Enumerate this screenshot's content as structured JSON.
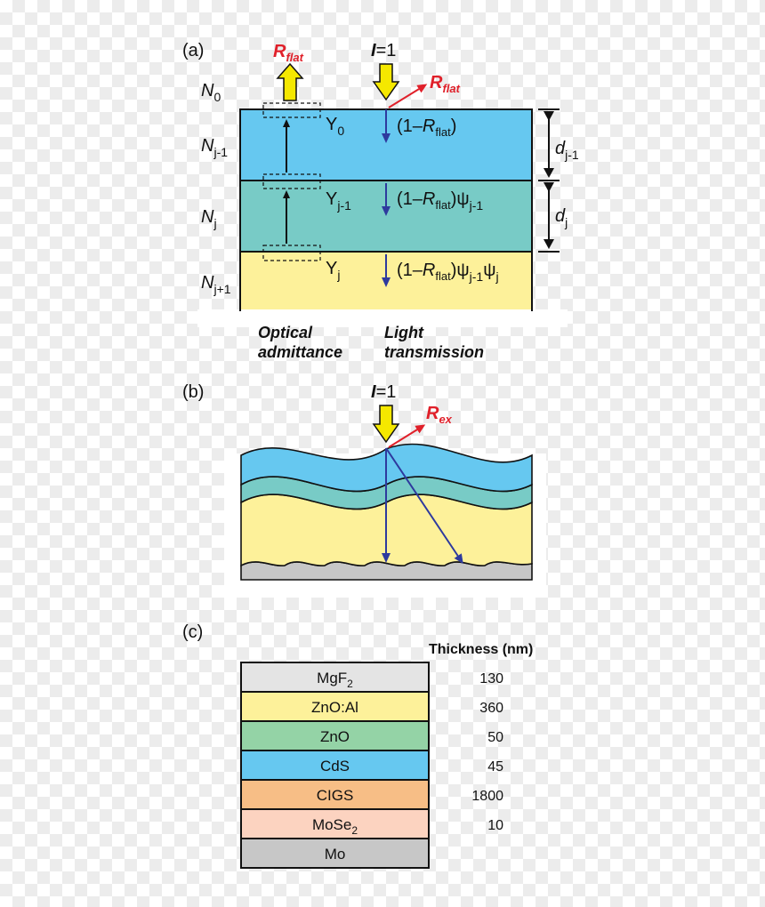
{
  "panel_a": {
    "label": "(a)",
    "intensity": "=1",
    "intensity_symbol": "I",
    "reflect": {
      "R": "R",
      "sub": "flat"
    },
    "n0": {
      "N": "N",
      "sub": "0"
    },
    "nj_minus1": {
      "N": "N",
      "sub": "j-1"
    },
    "nj": {
      "N": "N",
      "sub": "j"
    },
    "nj_plus1": {
      "N": "N",
      "sub": "j+1"
    },
    "y0": {
      "Y": "Y",
      "sub": "0"
    },
    "yj_minus1": {
      "Y": "Y",
      "sub": "j-1"
    },
    "yj": {
      "Y": "Y",
      "sub": "j"
    },
    "dj_minus1": {
      "d": "d",
      "sub": "j-1"
    },
    "dj": {
      "d": "d",
      "sub": "j"
    },
    "trans1": {
      "pre": "(1–",
      "R": "R",
      "sub": "flat",
      "post": ")"
    },
    "trans2": {
      "pre": "(1–",
      "R": "R",
      "sub": "flat",
      "post": ")ψ",
      "psi_sub": "j-1"
    },
    "trans3": {
      "pre": "(1–",
      "R": "R",
      "sub": "flat",
      "post": ")ψ",
      "psi_sub": "j-1",
      "psi2": "ψ",
      "psi2_sub": "j"
    },
    "caption_left_1": "Optical",
    "caption_left_2": "admittance",
    "caption_right_1": "Light",
    "caption_right_2": "transmission",
    "colors": {
      "top": "#66c8f0",
      "mid": "#78cbc6",
      "bottom": "#fdf19a",
      "arrow_blue": "#2e3a9e",
      "arrow_yellow": "#f5e800"
    }
  },
  "panel_b": {
    "label": "(b)",
    "intensity": "=1",
    "intensity_symbol": "I",
    "reflect": {
      "R": "R",
      "sub": "ex"
    }
  },
  "panel_c": {
    "label": "(c)",
    "thickness_header": "Thickness (nm)",
    "layers": [
      {
        "name": "MgF",
        "sub": "2",
        "thickness": "130",
        "color": "#e4e4e4"
      },
      {
        "name": "ZnO:Al",
        "sub": "",
        "thickness": "360",
        "color": "#fdf19a"
      },
      {
        "name": "ZnO",
        "sub": "",
        "thickness": "50",
        "color": "#94d3a6"
      },
      {
        "name": "CdS",
        "sub": "",
        "thickness": "45",
        "color": "#66c8f0"
      },
      {
        "name": "CIGS",
        "sub": "",
        "thickness": "1800",
        "color": "#f7be86"
      },
      {
        "name": "MoSe",
        "sub": "2",
        "thickness": "10",
        "color": "#fcd3c0"
      },
      {
        "name": "Mo",
        "sub": "",
        "thickness": "",
        "color": "#c7c7c7"
      }
    ]
  }
}
